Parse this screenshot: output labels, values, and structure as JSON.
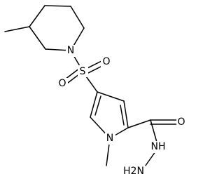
{
  "structure": {
    "atoms": {
      "piperidine_n": "N",
      "sulfur": "S",
      "sulfonyl_o_left": "O",
      "sulfonyl_o_right": "O",
      "pyrrole_n": "N",
      "carbonyl_o": "O",
      "hydrazide_nh": "NH",
      "hydrazide_nh2": "H2N"
    }
  }
}
